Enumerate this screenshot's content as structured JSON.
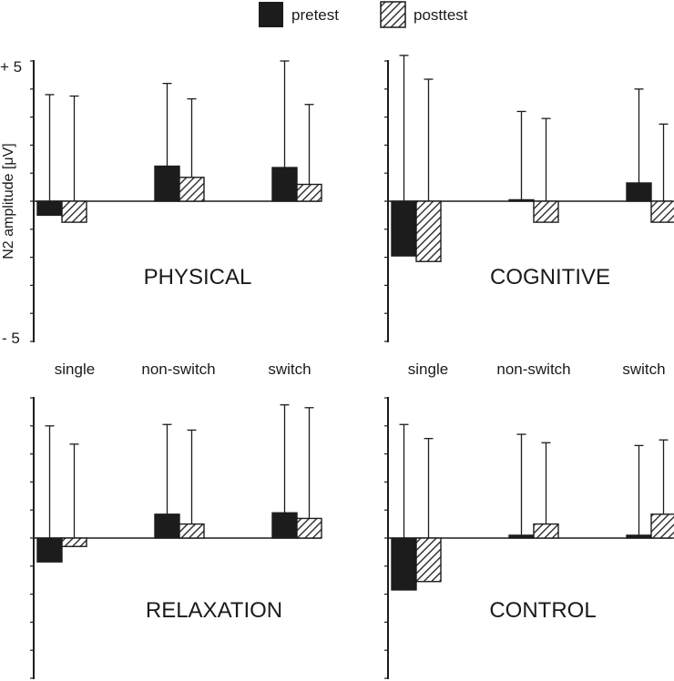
{
  "chart_data": {
    "type": "bar",
    "legend": {
      "position": "top-center",
      "entries": [
        "pretest",
        "posttest"
      ]
    },
    "ylabel": "N2 amplitude [μV]",
    "ytick_labels": [
      "+ 5",
      "- 5"
    ],
    "ylim": [
      -5,
      5
    ],
    "categories": [
      "single",
      "non-switch",
      "switch"
    ],
    "panels": [
      {
        "title": "PHYSICAL",
        "series": [
          {
            "name": "pretest",
            "values": [
              -0.5,
              1.25,
              1.2
            ],
            "error": [
              3.8,
              2.95,
              3.8
            ]
          },
          {
            "name": "posttest",
            "values": [
              -0.75,
              0.85,
              0.6
            ],
            "error": [
              3.75,
              2.8,
              2.85
            ]
          }
        ]
      },
      {
        "title": "COGNITIVE",
        "series": [
          {
            "name": "pretest",
            "values": [
              -1.95,
              0.05,
              0.65
            ],
            "error": [
              5.2,
              3.15,
              3.35
            ]
          },
          {
            "name": "posttest",
            "values": [
              -2.15,
              -0.75,
              -0.75
            ],
            "error": [
              4.35,
              2.95,
              2.75
            ]
          }
        ]
      },
      {
        "title": "RELAXATION",
        "series": [
          {
            "name": "pretest",
            "values": [
              -0.85,
              0.85,
              0.9
            ],
            "error": [
              4.0,
              3.2,
              3.85
            ]
          },
          {
            "name": "posttest",
            "values": [
              -0.3,
              0.5,
              0.7
            ],
            "error": [
              3.35,
              3.35,
              3.95
            ]
          }
        ]
      },
      {
        "title": "CONTROL",
        "series": [
          {
            "name": "pretest",
            "values": [
              -1.85,
              0.1,
              0.1
            ],
            "error": [
              4.05,
              3.6,
              3.2
            ]
          },
          {
            "name": "posttest",
            "values": [
              -1.55,
              0.5,
              0.85
            ],
            "error": [
              3.55,
              2.9,
              2.65
            ]
          }
        ]
      }
    ],
    "colors": {
      "pretest": "#1c1c1c",
      "posttest_stripe": "#1c1c1c",
      "axis": "#1c1c1c"
    }
  }
}
